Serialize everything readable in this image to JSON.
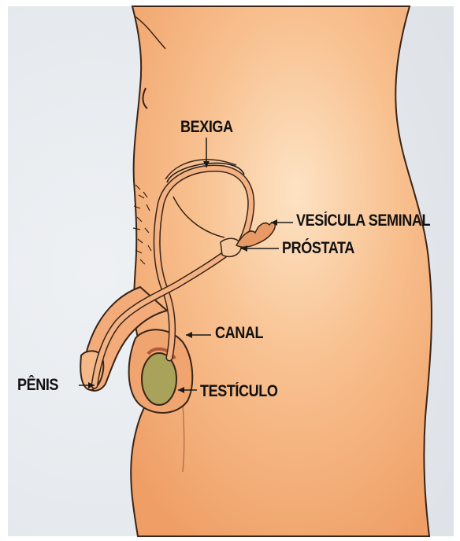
{
  "labels": {
    "bexiga": "BEXIGA",
    "vesicula": "VESÍCULA SEMINAL",
    "prostata": "PRÓSTATA",
    "canal": "CANAL",
    "penis": "PÊNIS",
    "testiculo": "TESTÍCULO"
  },
  "colors": {
    "background": "#e9ecf0",
    "skin": "#f2ab79",
    "skin_light": "#fbd7b0",
    "outline": "#3a2418",
    "testicle": "#a9a25a",
    "label": "#111111"
  }
}
